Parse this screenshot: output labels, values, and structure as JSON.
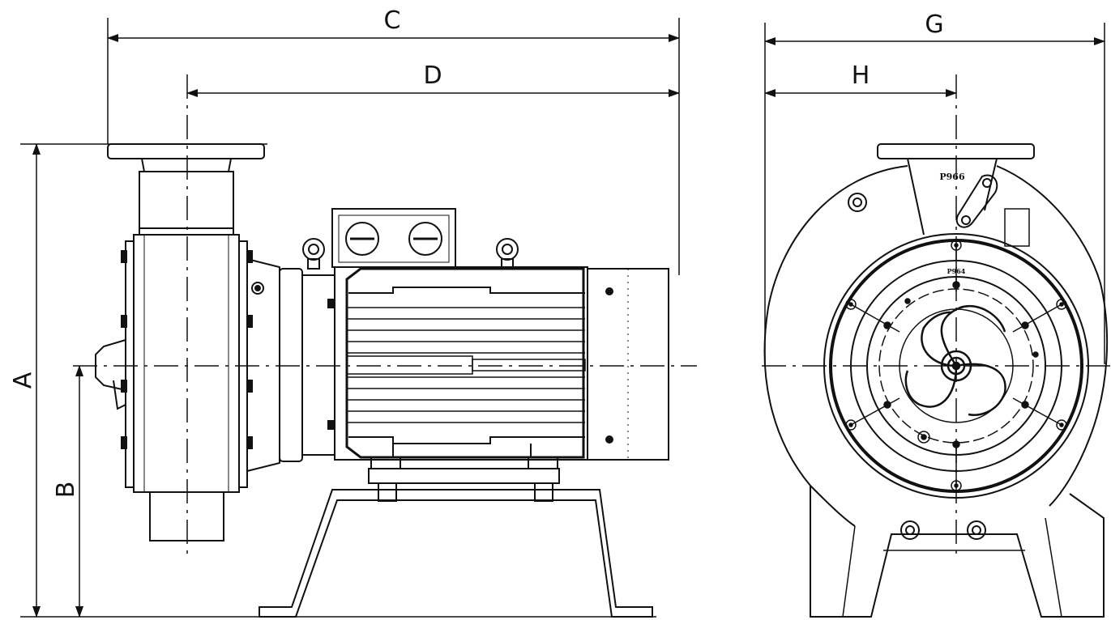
{
  "drawing": {
    "dimensions": {
      "A": "A",
      "B": "B",
      "C": "C",
      "D": "D",
      "G": "G",
      "H": "H"
    },
    "markings": {
      "discharge_tag": "P966",
      "cover_tag": "P964"
    },
    "colors": {
      "line": "#111111",
      "background": "#ffffff"
    }
  }
}
